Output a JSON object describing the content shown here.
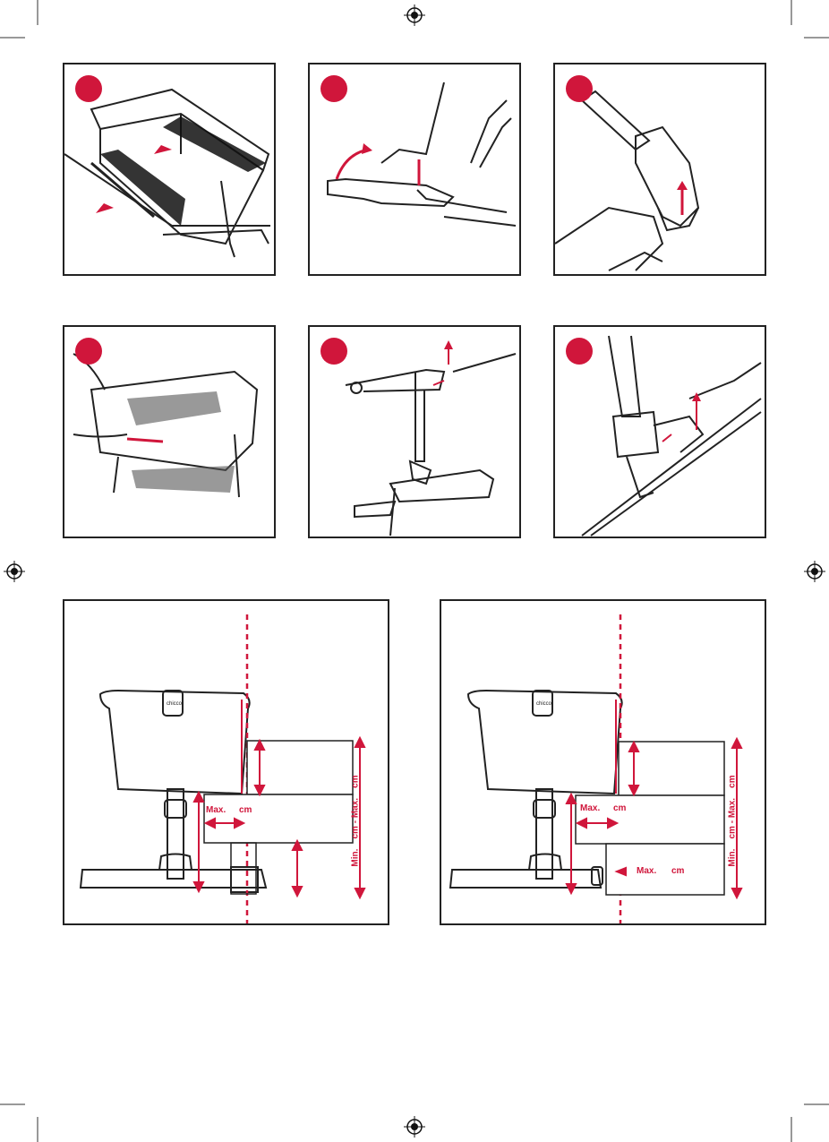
{
  "accent_color": "#d0163b",
  "line_color": "#222222",
  "steps": [
    {
      "icon": "bassinet-side-lower-illustration"
    },
    {
      "icon": "rocking-base-fold-illustration"
    },
    {
      "icon": "leg-lock-button-illustration"
    },
    {
      "icon": "fabric-removal-illustration"
    },
    {
      "icon": "frame-release-illustration"
    },
    {
      "icon": "leg-joint-release-illustration"
    }
  ],
  "diagram_left": {
    "label_max": "Max.",
    "label_cm": "cm",
    "label_range": "Min.    cm - Max.    cm"
  },
  "diagram_right": {
    "label_max": "Max.",
    "label_cm": "cm",
    "label_max2": "Max.",
    "label_cm2": "cm",
    "label_range": "Min.    cm - Max.    cm"
  }
}
